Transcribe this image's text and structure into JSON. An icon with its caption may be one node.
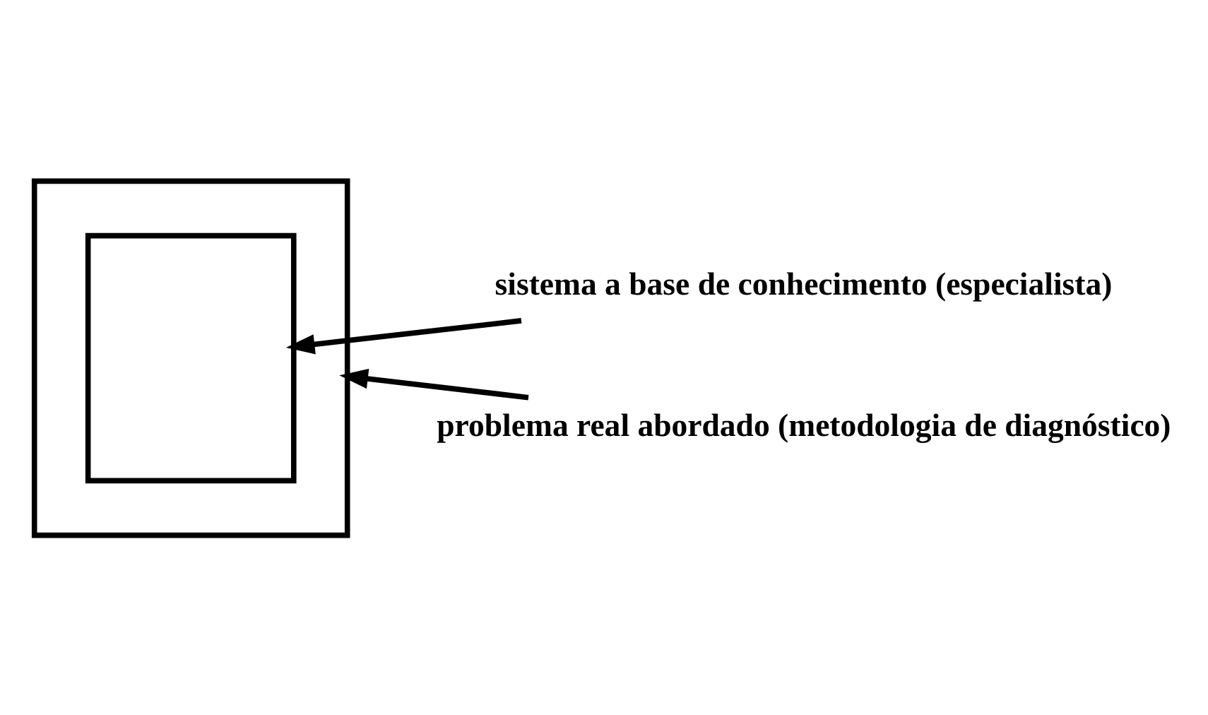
{
  "diagram": {
    "nodes": [
      {
        "text": [],
        "shape": "box"
      },
      {
        "text": [],
        "shape": "box",
        "in": 0
      },
      {
        "text": [
          "sistema a base de conhecimento (especialista)"
        ]
      },
      {
        "text": [
          "problema real abordado (metodologia de diagnóstico)"
        ]
      }
    ],
    "edges": [
      {
        "from": 2,
        "to": 1,
        "arrow": "to"
      },
      {
        "from": 3,
        "to": 0,
        "arrow": "to"
      }
    ]
  }
}
